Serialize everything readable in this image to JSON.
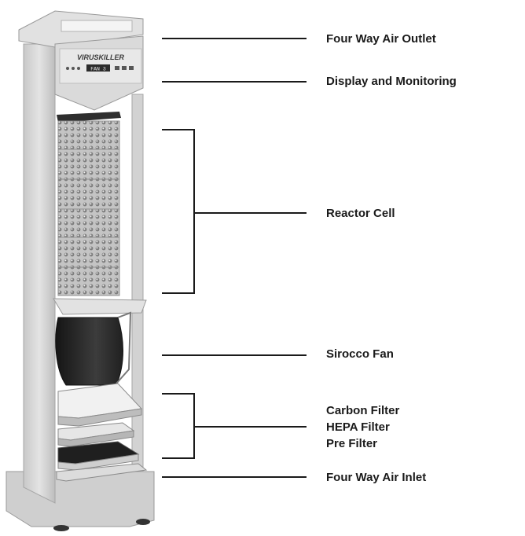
{
  "device": {
    "brand_text": "VIRUSKILLER",
    "display_reading": "FAN 3"
  },
  "labels": {
    "outlet": "Four Way Air Outlet",
    "display": "Display and Monitoring",
    "reactor": "Reactor Cell",
    "fan": "Sirocco Fan",
    "carbon": "Carbon Filter",
    "hepa": "HEPA Filter",
    "prefilter": "Pre Filter",
    "inlet": "Four Way Air Inlet"
  },
  "colors": {
    "leader_line": "#1a1a1a",
    "housing": "#d7d7d7",
    "housing_dark": "#9a9a9a",
    "fan": "#2a2a2a",
    "cell": "#b9b9b9"
  }
}
